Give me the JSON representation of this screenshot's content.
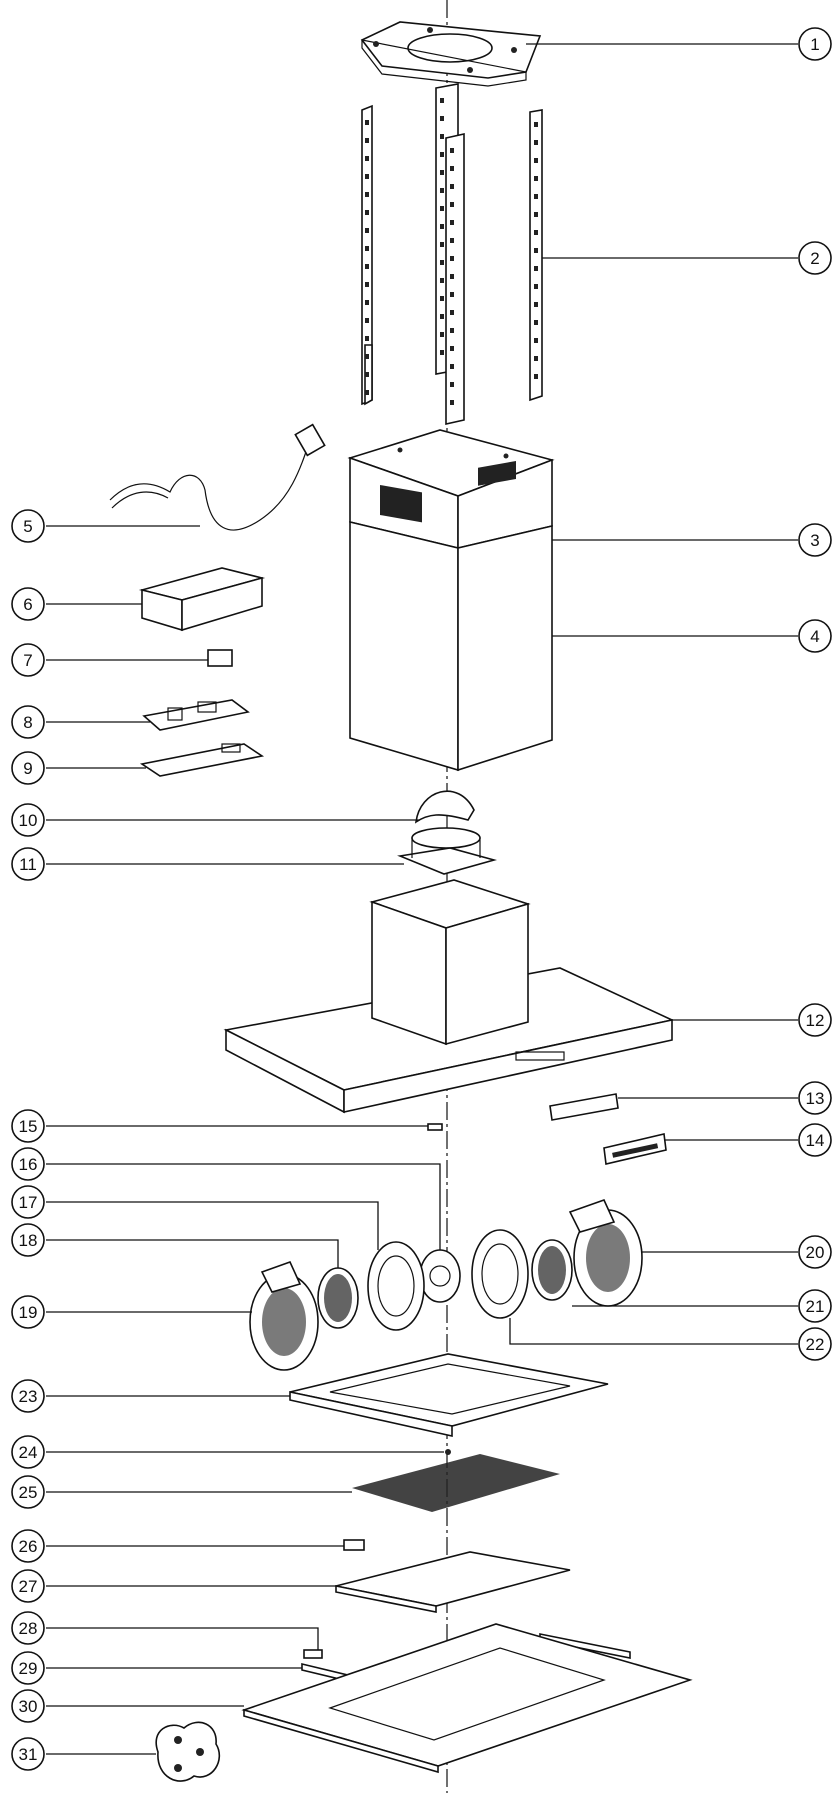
{
  "callouts": [
    {
      "id": "1",
      "label": "1"
    },
    {
      "id": "2",
      "label": "2"
    },
    {
      "id": "3",
      "label": "3"
    },
    {
      "id": "4",
      "label": "4"
    },
    {
      "id": "5",
      "label": "5"
    },
    {
      "id": "6",
      "label": "6"
    },
    {
      "id": "7",
      "label": "7"
    },
    {
      "id": "8",
      "label": "8"
    },
    {
      "id": "9",
      "label": "9"
    },
    {
      "id": "10",
      "label": "10"
    },
    {
      "id": "11",
      "label": "11"
    },
    {
      "id": "12",
      "label": "12"
    },
    {
      "id": "13",
      "label": "13"
    },
    {
      "id": "14",
      "label": "14"
    },
    {
      "id": "15",
      "label": "15"
    },
    {
      "id": "16",
      "label": "16"
    },
    {
      "id": "17",
      "label": "17"
    },
    {
      "id": "18",
      "label": "18"
    },
    {
      "id": "19",
      "label": "19"
    },
    {
      "id": "20",
      "label": "20"
    },
    {
      "id": "21",
      "label": "21"
    },
    {
      "id": "22",
      "label": "22"
    },
    {
      "id": "23",
      "label": "23"
    },
    {
      "id": "24",
      "label": "24"
    },
    {
      "id": "25",
      "label": "25"
    },
    {
      "id": "26",
      "label": "26"
    },
    {
      "id": "27",
      "label": "27"
    },
    {
      "id": "28",
      "label": "28"
    },
    {
      "id": "29",
      "label": "29"
    },
    {
      "id": "30",
      "label": "30"
    },
    {
      "id": "31",
      "label": "31"
    }
  ],
  "colors": {
    "line": "#111111",
    "background": "#ffffff"
  }
}
